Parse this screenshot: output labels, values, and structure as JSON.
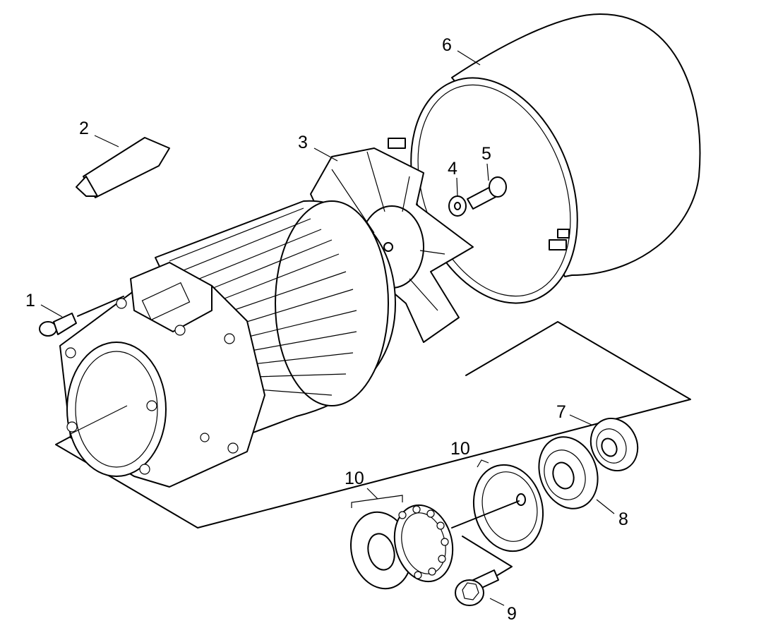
{
  "callouts": [
    {
      "id": "1",
      "text": "1"
    },
    {
      "id": "2",
      "text": "2"
    },
    {
      "id": "3",
      "text": "3"
    },
    {
      "id": "4",
      "text": "4"
    },
    {
      "id": "5",
      "text": "5"
    },
    {
      "id": "6",
      "text": "6"
    },
    {
      "id": "7",
      "text": "7"
    },
    {
      "id": "8",
      "text": "8"
    },
    {
      "id": "9",
      "text": "9"
    },
    {
      "id": "10a",
      "text": "10"
    },
    {
      "id": "10b",
      "text": "10"
    }
  ],
  "colors": {
    "line": "#000000",
    "background": "#ffffff"
  }
}
